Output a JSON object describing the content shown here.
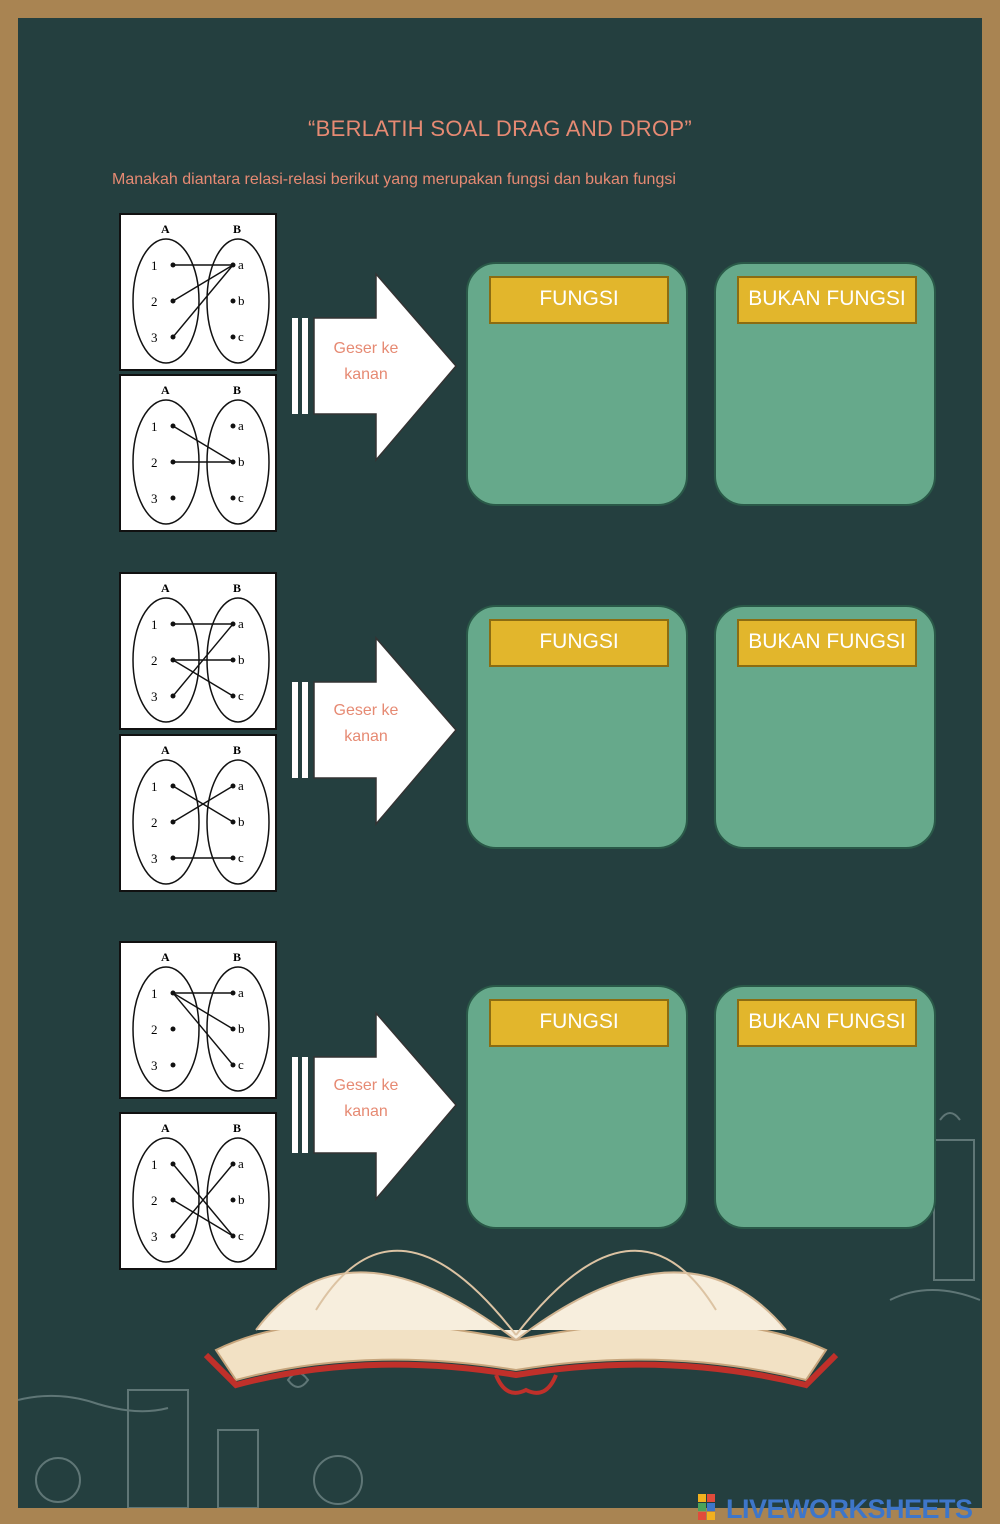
{
  "page": {
    "title": "“BERLATIH SOAL DRAG AND DROP”",
    "subtitle": "Manakah diantara relasi-relasi berikut yang merupakan fungsi dan bukan fungsi"
  },
  "diagram_labels": {
    "set_a": "A",
    "set_b": "B",
    "a_items": [
      "1",
      "2",
      "3"
    ],
    "b_items": [
      "a",
      "b",
      "c"
    ]
  },
  "groups": [
    {
      "arrow_label_1": "Geser ke",
      "arrow_label_2": "kanan",
      "box_fungsi": "FUNGSI",
      "box_bukan": "BUKAN FUNGSI",
      "relations": [
        [
          [
            "1",
            "a"
          ],
          [
            "2",
            "a"
          ],
          [
            "3",
            "a"
          ]
        ],
        [
          [
            "1",
            "b"
          ],
          [
            "2",
            "b"
          ]
        ]
      ]
    },
    {
      "arrow_label_1": "Geser ke",
      "arrow_label_2": "kanan",
      "box_fungsi": "FUNGSI",
      "box_bukan": "BUKAN FUNGSI",
      "relations": [
        [
          [
            "1",
            "a"
          ],
          [
            "2",
            "b"
          ],
          [
            "2",
            "c"
          ],
          [
            "3",
            "a"
          ]
        ],
        [
          [
            "1",
            "b"
          ],
          [
            "2",
            "a"
          ],
          [
            "3",
            "c"
          ]
        ]
      ]
    },
    {
      "arrow_label_1": "Geser ke",
      "arrow_label_2": "kanan",
      "box_fungsi": "FUNGSI",
      "box_bukan": "BUKAN FUNGSI",
      "relations": [
        [
          [
            "1",
            "a"
          ],
          [
            "1",
            "b"
          ],
          [
            "1",
            "c"
          ]
        ],
        [
          [
            "1",
            "c"
          ],
          [
            "2",
            "c"
          ],
          [
            "3",
            "a"
          ]
        ]
      ]
    }
  ],
  "brand": {
    "text": "LIVEWORKSHEETS",
    "color": "#3e76c9"
  }
}
